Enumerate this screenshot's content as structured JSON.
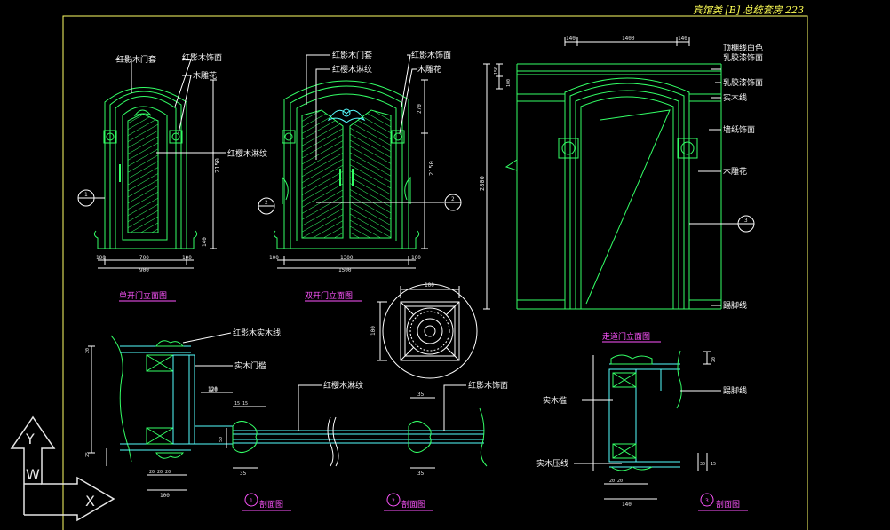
{
  "sheet": {
    "title": "宾馆类 [B] 总统套房 223",
    "colors": {
      "background": "#000000",
      "frame": "#ffff66",
      "door_outline": "#33ff66",
      "detail_cyan": "#55ffff",
      "leader": "#ffffff",
      "caption": "#ff55ff",
      "ucs": "#e6e6e6"
    }
  },
  "single_door": {
    "caption": "单开门立面图",
    "labels": {
      "frame": "红影木门套",
      "trim": "红影木饰面",
      "carving": "木雕花",
      "veneer": "红樱木淋纹"
    },
    "dims": {
      "height": "2150",
      "bottom_total": "900",
      "bottom_mid": "700",
      "bottom_left": "100",
      "bottom_right": "100",
      "right_extra": "140"
    },
    "section_marker": "1"
  },
  "double_door": {
    "caption": "双开门立面图",
    "labels": {
      "frame": "红影木门套",
      "veneer_top": "红樱木淋纹",
      "trim": "红影木饰面",
      "carving": "木雕花"
    },
    "dims": {
      "height": "2150",
      "top": "270",
      "bottom_total": "1500",
      "bottom_mid": "1300",
      "bottom_left": "100",
      "bottom_right": "100"
    },
    "section_marker": "2"
  },
  "rosette_detail": {
    "dim_top": "100",
    "dim_side": "100"
  },
  "doorway": {
    "caption": "走道门立面图",
    "labels": {
      "top_line": "顶棚线白色",
      "top_line_2": "乳胶漆饰面",
      "latex": "乳胶漆饰面",
      "solid_wood": "实木线",
      "wall_finish": "墙纸饰面",
      "carving": "木雕花",
      "skirting": "踢脚线"
    },
    "dims": {
      "top_left": "140",
      "top_mid": "1400",
      "top_right": "140",
      "height": "2800",
      "side_a": "150",
      "side_b": "100"
    },
    "section_marker": "3"
  },
  "section_1": {
    "caption": "剖面图",
    "marker": "1",
    "labels": {
      "moulding": "红影木实木线",
      "jamb": "实木门槛"
    },
    "dims": {
      "left_a": "20",
      "left_b": "25",
      "b1": "120",
      "b2": "20 20 20",
      "b3": "100"
    }
  },
  "section_2": {
    "caption": "剖面图",
    "marker": "2",
    "labels": {
      "veneer": "红樱木淋纹",
      "trim": "红影木饰面"
    },
    "dims": {
      "d1": "120",
      "d2": "15 15",
      "d3": "50",
      "d4": "35",
      "d5": "35",
      "d6": "35"
    }
  },
  "section_3": {
    "caption": "剖面图",
    "marker": "3",
    "labels": {
      "jamb": "实木槛",
      "skirting": "踢脚线",
      "press_line": "实木压线"
    },
    "dims": {
      "right_a": "20",
      "right_b": "30",
      "right_c": "15",
      "b1": "20 20",
      "b2": "140"
    }
  },
  "ucs_icon": {
    "y_label": "Y",
    "w_label": "W",
    "x_label": "X"
  }
}
